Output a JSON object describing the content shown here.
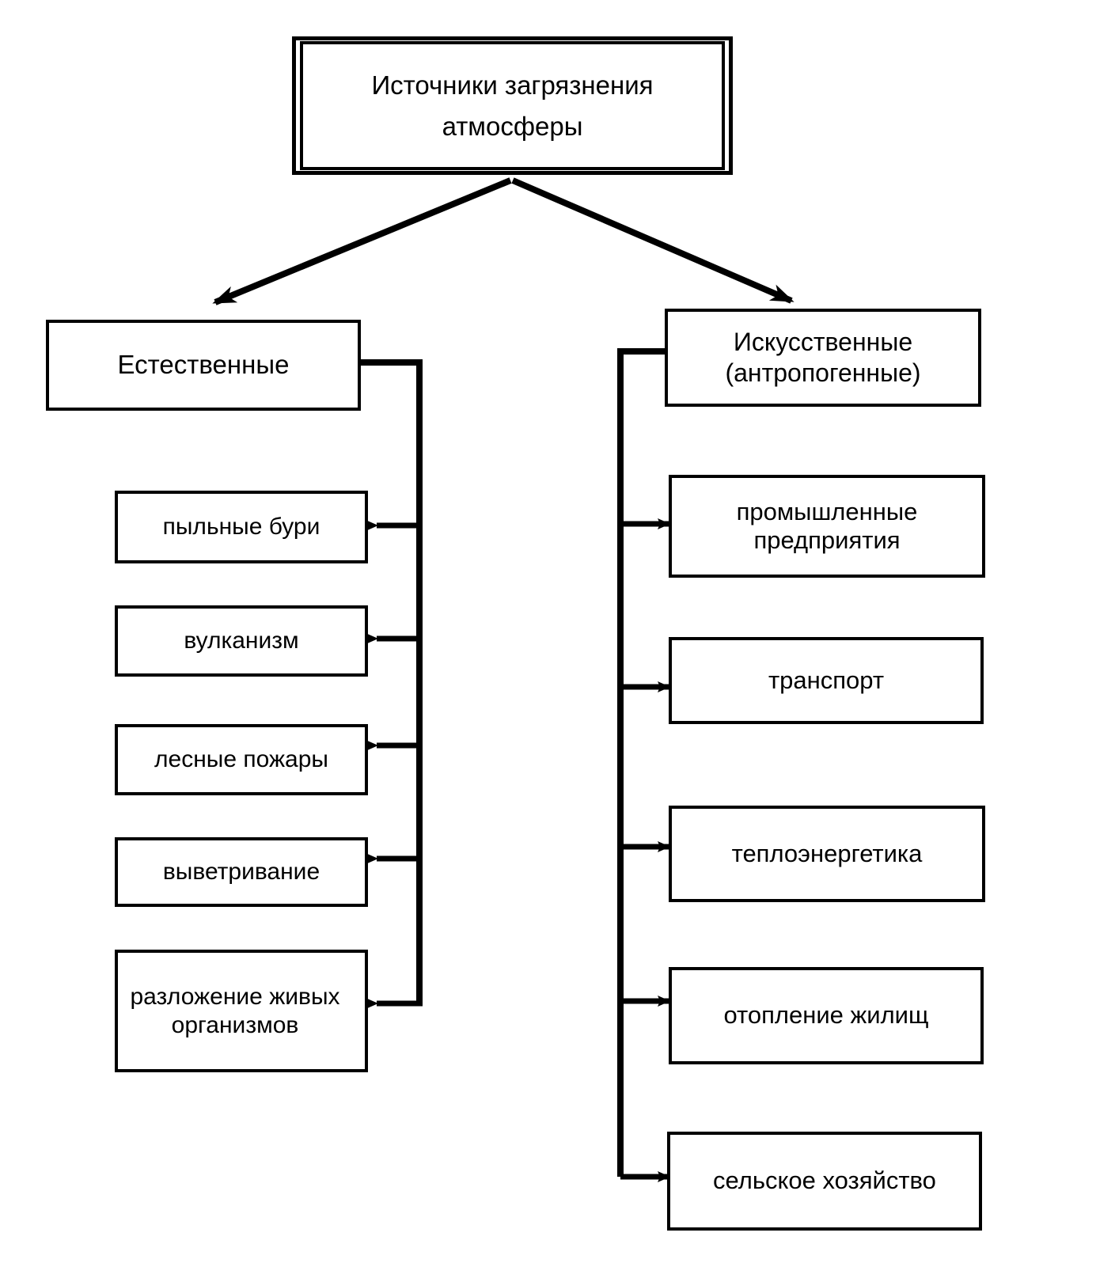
{
  "diagram": {
    "title": "Источники загрязнения атмосферы",
    "root": {
      "label": "Источники загрязнения\nатмосферы"
    },
    "branches": [
      {
        "id": "natural",
        "label": "Естественные",
        "items": [
          {
            "id": "dust",
            "label": "пыльные бури"
          },
          {
            "id": "volcano",
            "label": "вулканизм"
          },
          {
            "id": "fires",
            "label": "лесные пожары"
          },
          {
            "id": "weathering",
            "label": "выветривание"
          },
          {
            "id": "decomposition",
            "label": "разложение живых\nорганизмов"
          }
        ]
      },
      {
        "id": "anthropogenic",
        "label": "Искусственные\n(антропогенные)",
        "items": [
          {
            "id": "industry",
            "label": "промышленные\nпредприятия"
          },
          {
            "id": "transport",
            "label": "транспорт"
          },
          {
            "id": "heatpower",
            "label": "теплоэнергетика"
          },
          {
            "id": "housing",
            "label": "отопление жилищ"
          },
          {
            "id": "agriculture",
            "label": "сельское хозяйство"
          }
        ]
      }
    ],
    "colors": {
      "stroke": "#000000",
      "fill": "#ffffff",
      "text": "#000000"
    }
  }
}
